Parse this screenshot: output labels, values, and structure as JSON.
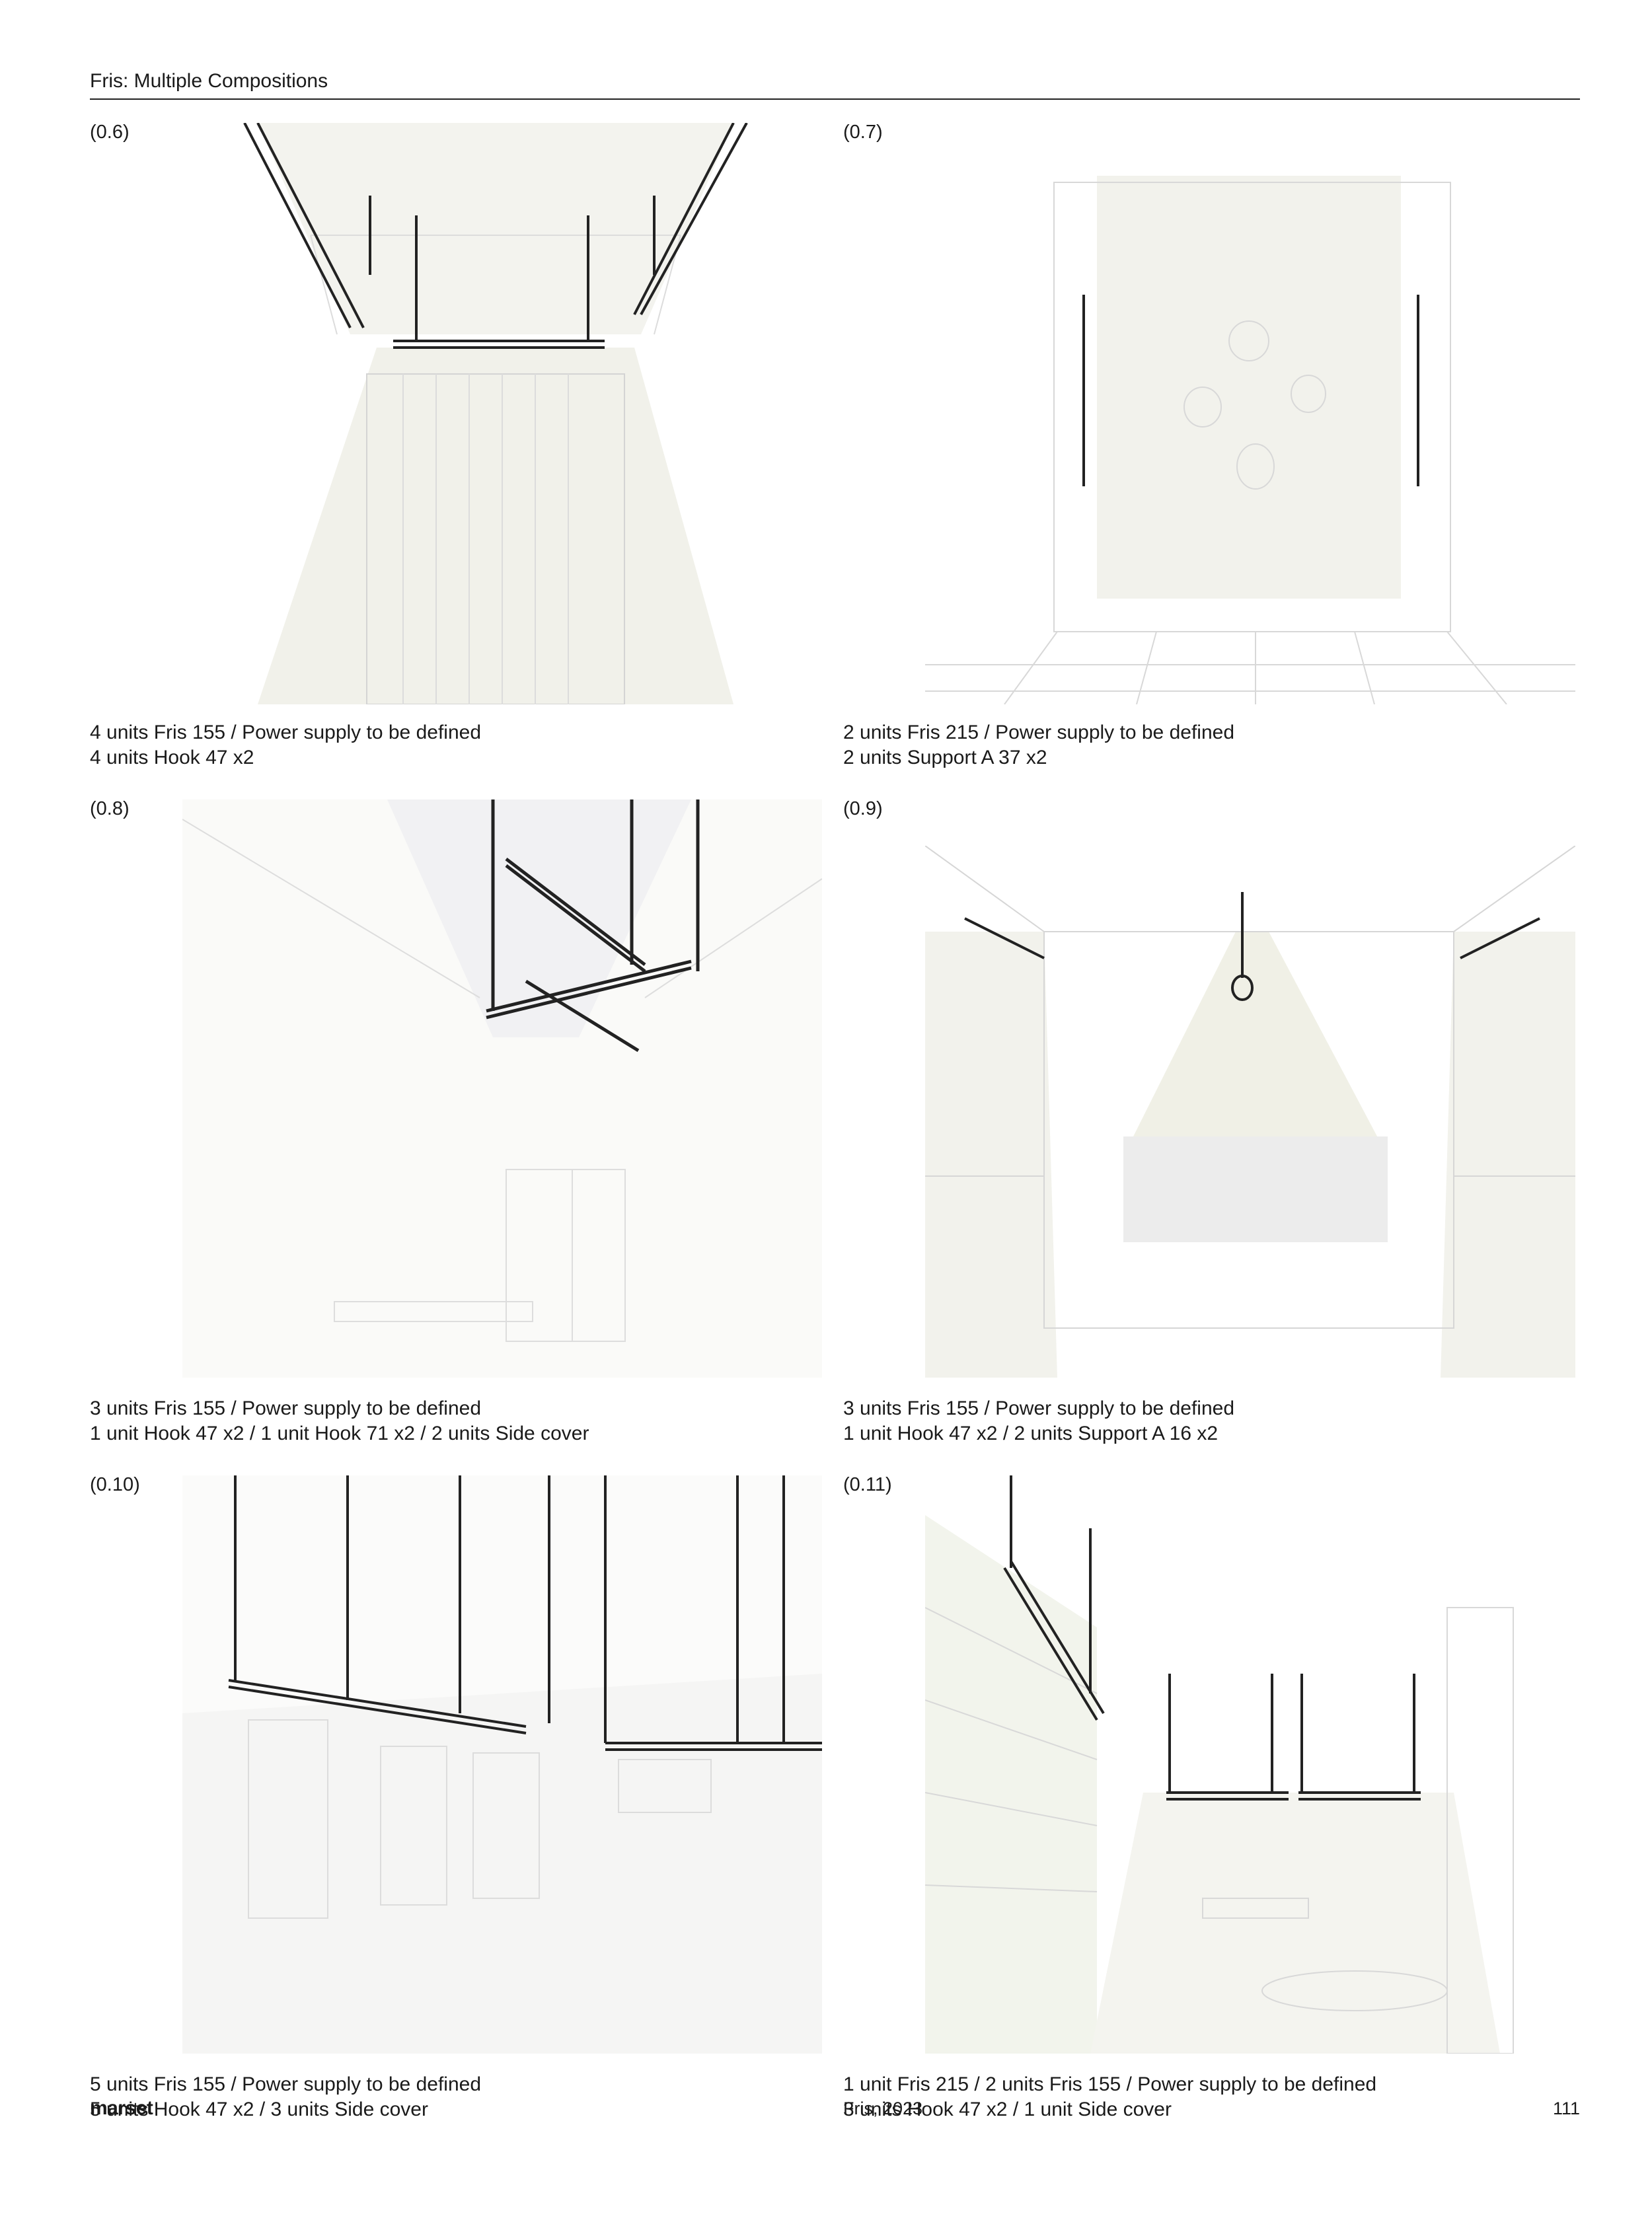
{
  "header": {
    "title": "Fris: Multiple Compositions"
  },
  "compositions": [
    {
      "id": "(0.6)",
      "caption_line1": "4 units Fris 155 / Power supply to be defined",
      "caption_line2": "4 units Hook 47 x2"
    },
    {
      "id": "(0.7)",
      "caption_line1": "2 units Fris 215 / Power supply to be defined",
      "caption_line2": "2 units Support A 37 x2"
    },
    {
      "id": "(0.8)",
      "caption_line1": "3 units Fris 155 / Power supply to be defined",
      "caption_line2": "1 unit Hook 47 x2 / 1 unit Hook 71 x2 / 2 units Side cover"
    },
    {
      "id": "(0.9)",
      "caption_line1": "3 units Fris 155 / Power supply to be defined",
      "caption_line2": "1 unit Hook 47 x2 / 2 units Support A 16 x2"
    },
    {
      "id": "(0.10)",
      "caption_line1": "5 units Fris 155 / Power supply to be defined",
      "caption_line2": "5 units Hook 47 x2 / 3 units Side cover"
    },
    {
      "id": "(0.11)",
      "caption_line1": "1 unit Fris 215 / 2 units Fris 155 / Power supply to be defined",
      "caption_line2": "3 units Hook 47 x2 / 1 unit Side cover"
    }
  ],
  "footer": {
    "brand": "marset",
    "publication": "Fris, 2023",
    "page_number": "111"
  }
}
